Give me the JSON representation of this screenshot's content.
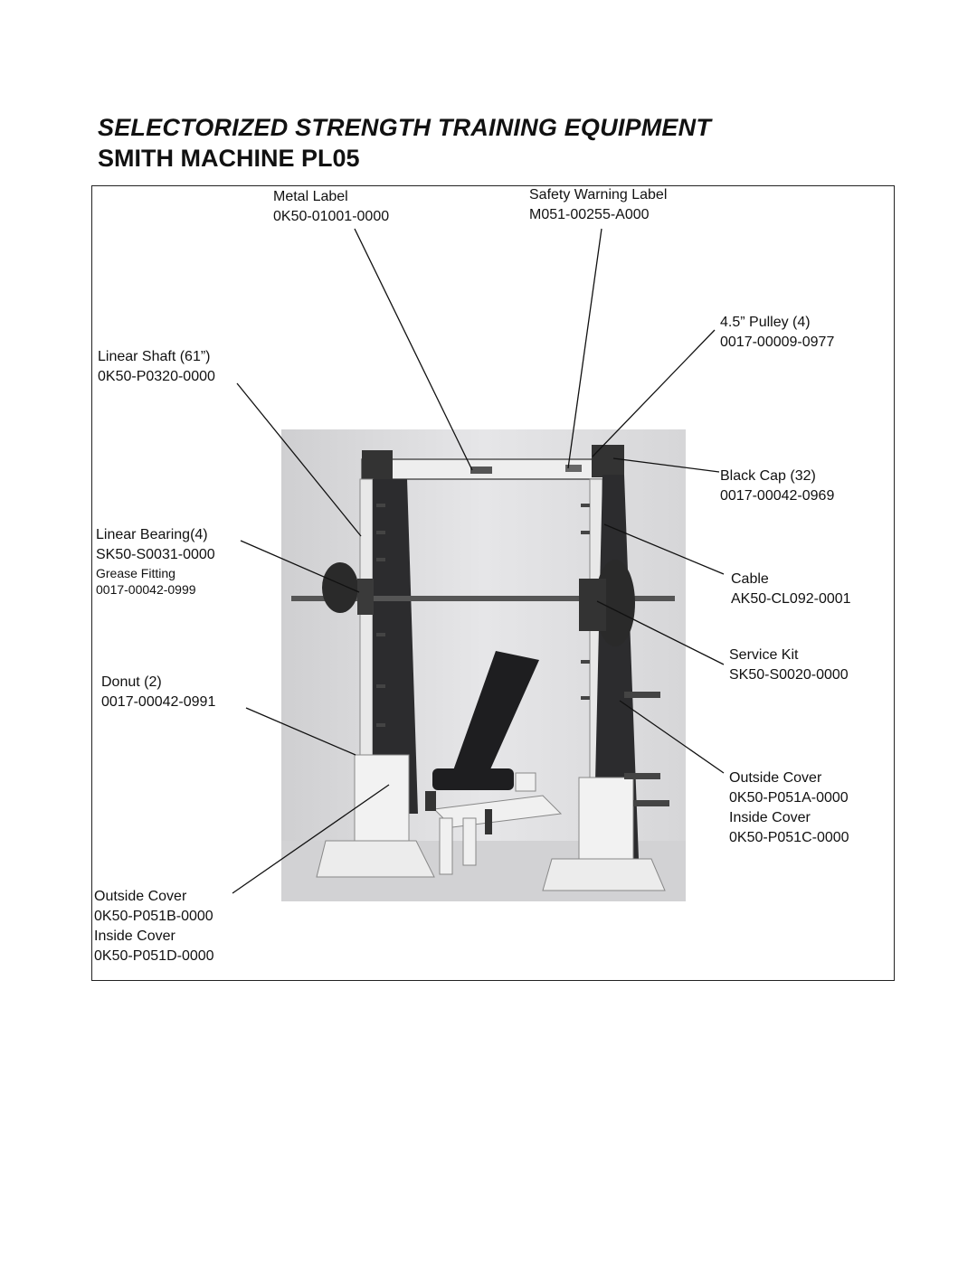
{
  "header": {
    "title": "SELECTORIZED STRENGTH TRAINING EQUIPMENT",
    "subtitle": "SMITH MACHINE PL05"
  },
  "callouts": {
    "metal_label": {
      "name": "Metal Label",
      "part": "0K50-01001-0000"
    },
    "safety_label": {
      "name": "Safety Warning Label",
      "part": "M051-00255-A000"
    },
    "pulley": {
      "name": "4.5” Pulley (4)",
      "part": "0017-00009-0977"
    },
    "linear_shaft": {
      "name": "Linear Shaft (61”)",
      "part": "0K50-P0320-0000"
    },
    "black_cap": {
      "name": "Black Cap (32)",
      "part": "0017-00042-0969"
    },
    "linear_bearing": {
      "name": "Linear Bearing(4)",
      "part": "SK50-S0031-0000",
      "extra_name": "Grease Fitting",
      "extra_part": "0017-00042-0999"
    },
    "cable": {
      "name": "Cable",
      "part": "AK50-CL092-0001"
    },
    "service_kit": {
      "name": "Service Kit",
      "part": "SK50-S0020-0000"
    },
    "donut": {
      "name": "Donut (2)",
      "part": "0017-00042-0991"
    },
    "outside_cover_right": {
      "name": "Outside Cover",
      "part": "0K50-P051A-0000",
      "name2": "Inside Cover",
      "part2": "0K50-P051C-0000"
    },
    "outside_cover_left": {
      "name": "Outside Cover",
      "part": "0K50-P051B-0000",
      "name2": "Inside Cover",
      "part2": "0K50-P051D-0000"
    }
  }
}
